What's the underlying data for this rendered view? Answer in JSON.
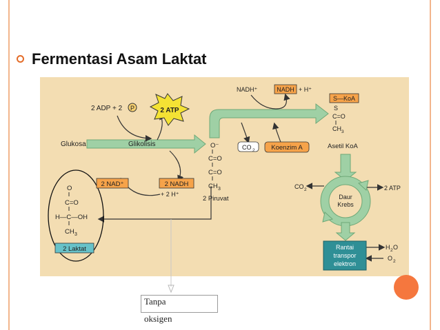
{
  "slide": {
    "title": "Fermentasi Asam Laktat",
    "note_line1": "Tanpa",
    "note_line2": "oksigen"
  },
  "diagram": {
    "glukosa": "Glukosa",
    "glikolisis": "Glikolisis",
    "adp": "2 ADP + 2",
    "p_circle": "P",
    "atp_star": "2 ATP",
    "nad": "2 NAD⁺",
    "nadh": "2 NADH",
    "h_plus": "+ 2 H⁺",
    "piruvat_o_minus": "O⁻",
    "piruvat_c1": "C=O",
    "piruvat_c2": "C=O",
    "piruvat_ch3": "CH",
    "piruvat_label": "2 Piruvat",
    "laktat_o": "O",
    "laktat_c1": "C=O",
    "laktat_hcoh": "H—C—OH",
    "laktat_ch3": "CH",
    "laktat_label": "2 Laktat",
    "nadh_plus_top": "NADH⁺",
    "nadh_box_top": "NADH",
    "h_plus_top": "+ H⁺",
    "co2_small": "CO",
    "koenzim": "Koenzim A",
    "skoa": "S—KoA",
    "skoa_s": "S",
    "skoa_c": "C=O",
    "skoa_ch3": "CH",
    "asetil": "Asetil KoA",
    "krebs_co2": "CO",
    "krebs_atp": "2 ATP",
    "daur": "Daur",
    "krebs": "Krebs",
    "rantai": "Rantai",
    "transpor": "transpor",
    "elektron": "elektron",
    "h2o": "H",
    "o2": "O",
    "sub2": "2",
    "sub3": "3"
  },
  "colors": {
    "panel": "#f3ddb2",
    "arrow_green": "#9fd0a5",
    "arrow_green_dark": "#6ea877",
    "box_orange": "#f6a34a",
    "star_yellow": "#f4e234",
    "chain_box": "#2f8f96",
    "laktat_box": "#67c2c9",
    "accent": "#e46c28"
  }
}
